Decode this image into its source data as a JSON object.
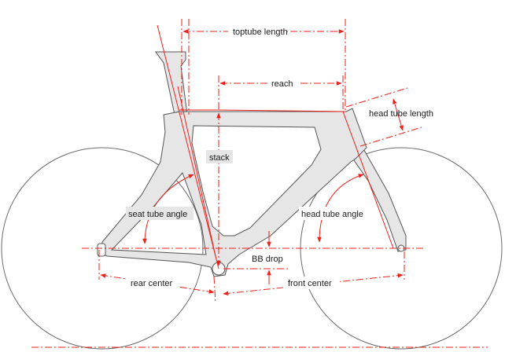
{
  "labels": {
    "toptube_length": "toptube length",
    "reach": "reach",
    "head_tube_length": "head tube length",
    "stack": "stack",
    "seat_tube_angle": "seat tube angle",
    "head_tube_angle": "head tube angle",
    "bb_drop": "BB drop",
    "rear_center": "rear center",
    "front_center": "front center"
  },
  "colors": {
    "dimension_line": "#e8231d",
    "frame_fill": "#e6e6e6",
    "outline": "#555555"
  }
}
